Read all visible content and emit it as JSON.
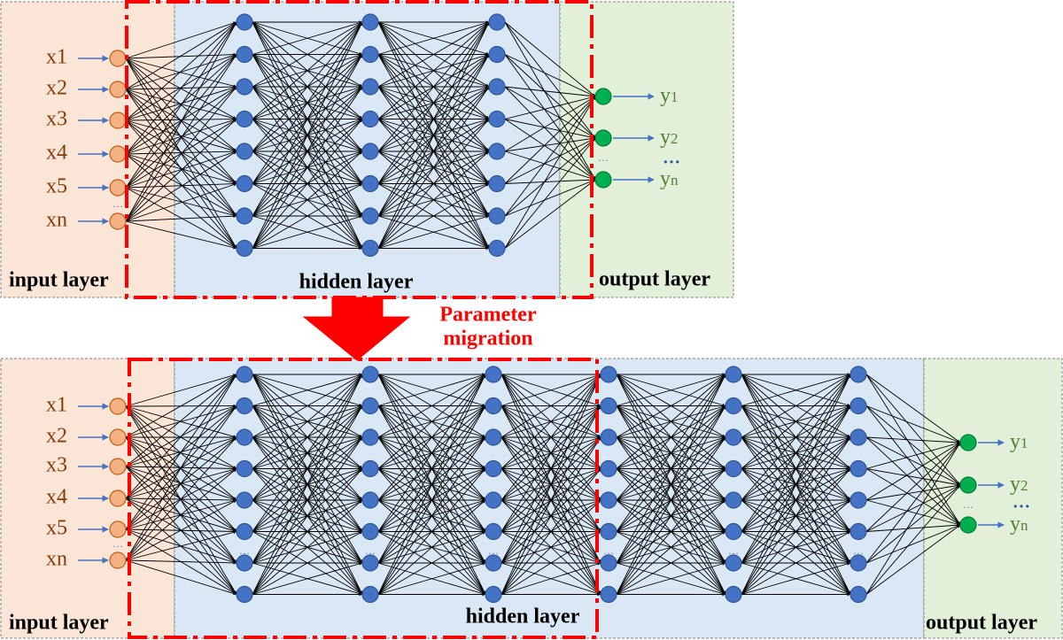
{
  "colors": {
    "input_bg": "#fbe5d6",
    "hidden_bg": "#dae7f4",
    "output_bg": "#e2efd9",
    "input_node": "#f4b183",
    "input_node_stroke": "#c55a11",
    "input_text": "#843c0c",
    "hidden_node": "#4472c4",
    "hidden_node_stroke": "#2f5597",
    "output_node": "#00b050",
    "output_node_stroke": "#007a33",
    "output_text": "#538135",
    "migration": "#ff0000",
    "edge": "#000000",
    "signal_arrow": "#4472c4"
  },
  "icons": {
    "arrow": "down-arrow-icon",
    "ellipsis": "vertical-ellipsis-icon"
  },
  "top_network": {
    "inputs": [
      "x1",
      "x2",
      "x3",
      "x4",
      "x5",
      "xn"
    ],
    "input_ellipsis": "…",
    "outputs": [
      {
        "main": "y",
        "sub": "1"
      },
      {
        "main": "y",
        "sub": "2"
      },
      {
        "main": "y",
        "sub": "n"
      }
    ],
    "output_ellipsis": "…",
    "output_dots": "…",
    "hidden_ellipsis": "…",
    "input_layer_label": "input layer",
    "hidden_layer_label": "hidden layer",
    "output_layer_label": "output layer"
  },
  "migration_label": [
    "Parameter",
    "migration"
  ],
  "bottom_network": {
    "inputs": [
      "x1",
      "x2",
      "x3",
      "x4",
      "x5",
      "xn"
    ],
    "input_ellipsis": "…",
    "outputs": [
      {
        "main": "y",
        "sub": "1"
      },
      {
        "main": "y",
        "sub": "2"
      },
      {
        "main": "y",
        "sub": "n"
      }
    ],
    "output_ellipsis": "…",
    "output_dots": "…",
    "hidden_ellipsis": "…",
    "input_layer_label": "input layer",
    "hidden_layer_label": "hidden layer",
    "output_layer_label": "output layer"
  }
}
